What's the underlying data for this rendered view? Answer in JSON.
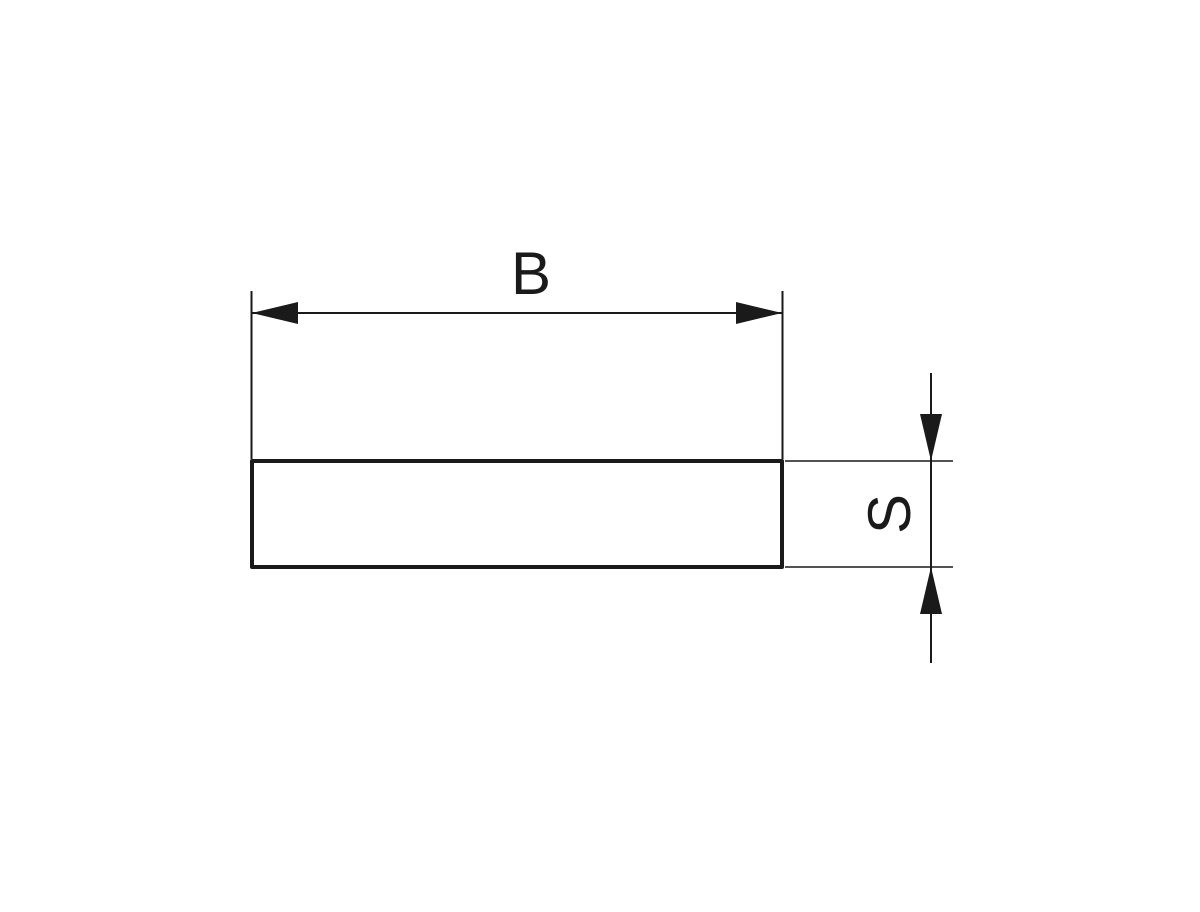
{
  "diagram": {
    "type": "technical-dimension-drawing",
    "shape": "rectangle-cross-section",
    "colors": {
      "stroke": "#1a1a1a",
      "background": "#ffffff"
    },
    "dimensions": {
      "width": {
        "label": "B",
        "orientation": "horizontal"
      },
      "thickness": {
        "label": "S",
        "orientation": "vertical"
      }
    }
  }
}
